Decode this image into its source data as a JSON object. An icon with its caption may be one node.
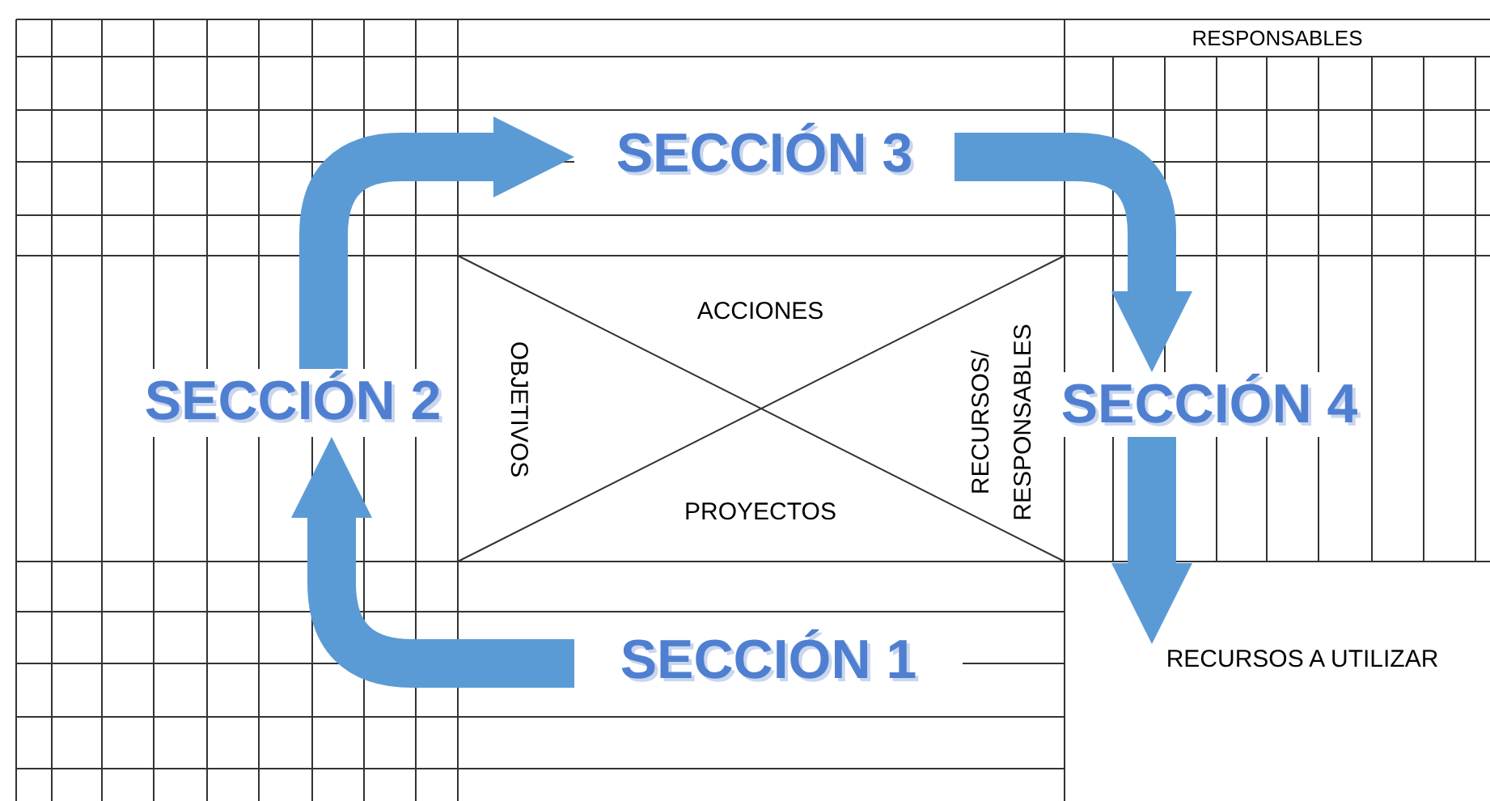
{
  "diagram": {
    "nodes": [
      {
        "text": [
          "SECCIÓN 1"
        ]
      },
      {
        "text": [
          "SECCIÓN 2"
        ]
      },
      {
        "text": [
          "SECCIÓN 3"
        ]
      },
      {
        "text": [
          "SECCIÓN 4"
        ]
      },
      {
        "text": [
          "RECURSOS A UTILIZAR"
        ]
      }
    ],
    "edges": [
      {
        "from": 0,
        "to": 1,
        "arrow": "to"
      },
      {
        "from": 1,
        "to": 2,
        "arrow": "to"
      },
      {
        "from": 2,
        "to": 3,
        "arrow": "to"
      },
      {
        "from": 3,
        "to": 4,
        "arrow": "to"
      }
    ],
    "labels": [
      "RESPONSABLES",
      "ACCIONES",
      "OBJETIVOS",
      "RECURSOS/ RESPONSABLES",
      "PROYECTOS"
    ]
  }
}
